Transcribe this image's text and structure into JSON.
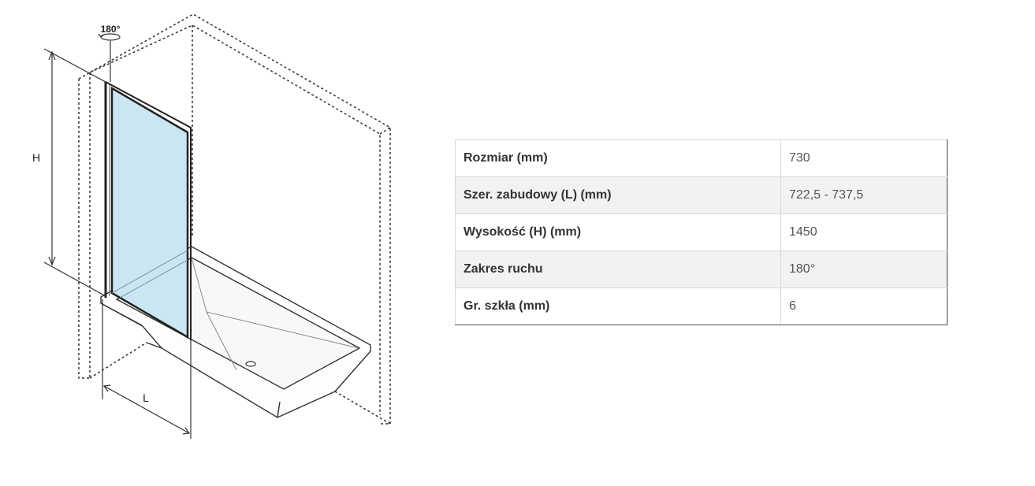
{
  "diagram": {
    "rotation_label": "180°",
    "height_label": "H",
    "width_label": "L",
    "glass_color": "#cbe6f3"
  },
  "specs": [
    {
      "label": "Rozmiar (mm)",
      "value": "730"
    },
    {
      "label": "Szer. zabudowy (L) (mm)",
      "value": "722,5 - 737,5"
    },
    {
      "label": "Wysokość (H) (mm)",
      "value": "1450"
    },
    {
      "label": "Zakres ruchu",
      "value": "180°"
    },
    {
      "label": "Gr. szkła (mm)",
      "value": "6"
    }
  ]
}
